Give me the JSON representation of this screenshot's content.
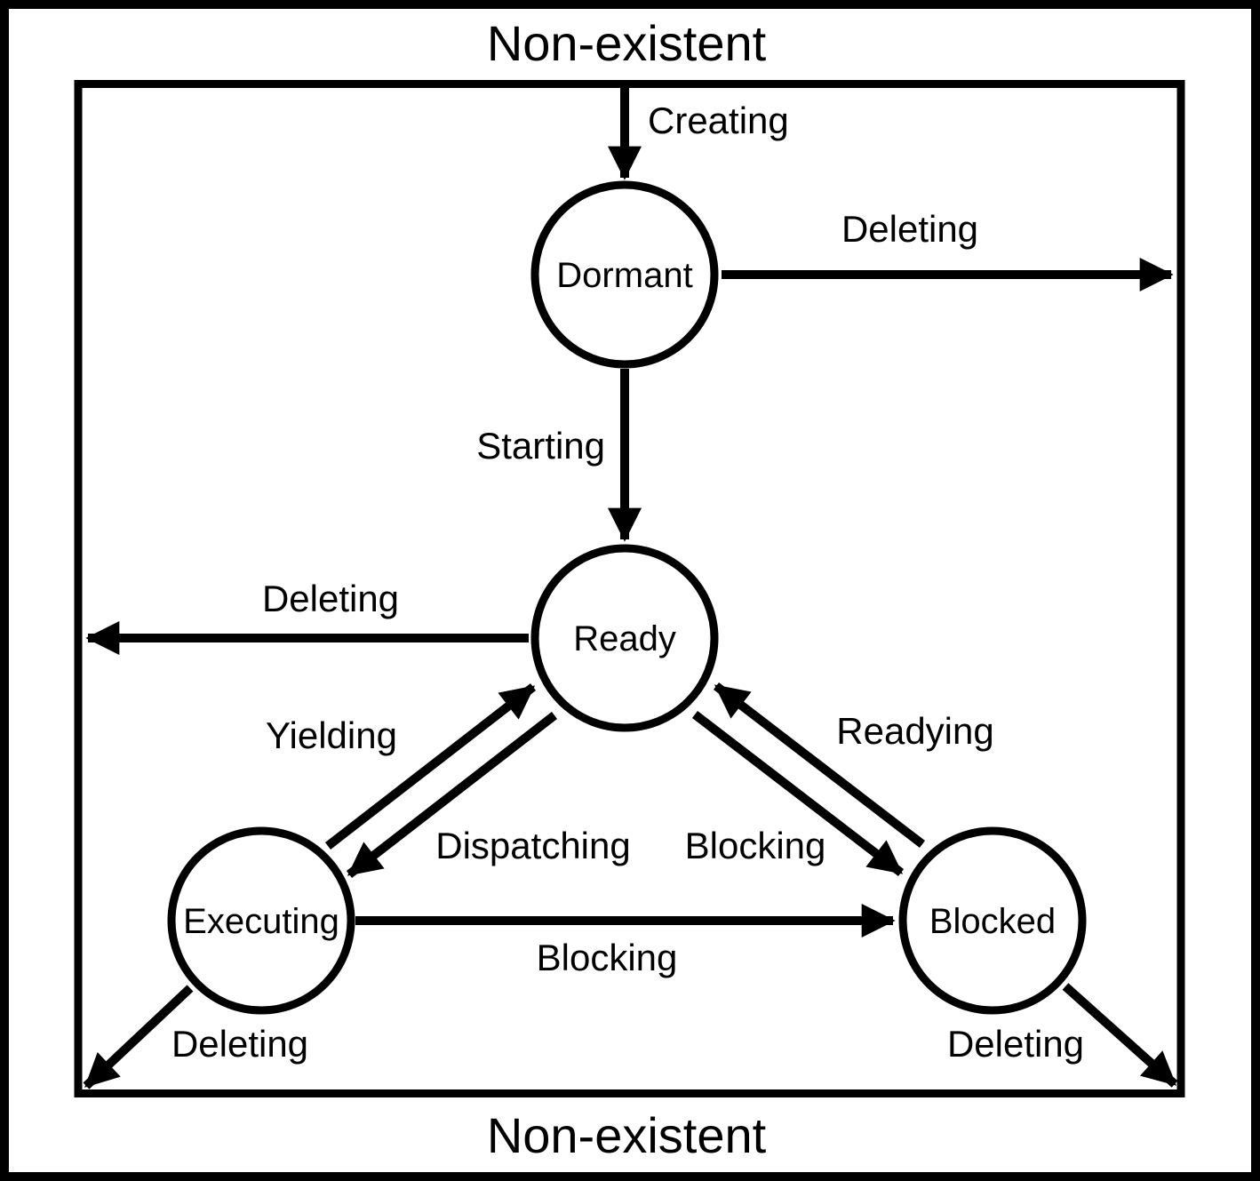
{
  "diagram": {
    "title": "task-state-diagram",
    "colors": {
      "background": "#ffffff",
      "line": "#000000",
      "text": "#000000"
    },
    "regions": {
      "top_label": "Non-existent",
      "bottom_label": "Non-existent"
    },
    "states": [
      {
        "id": "dormant",
        "label": "Dormant"
      },
      {
        "id": "ready",
        "label": "Ready"
      },
      {
        "id": "executing",
        "label": "Executing"
      },
      {
        "id": "blocked",
        "label": "Blocked"
      }
    ],
    "transitions": [
      {
        "id": "creating",
        "label": "Creating",
        "from": "non-existent",
        "to": "dormant"
      },
      {
        "id": "deleting-dormant",
        "label": "Deleting",
        "from": "dormant",
        "to": "non-existent"
      },
      {
        "id": "starting",
        "label": "Starting",
        "from": "dormant",
        "to": "ready"
      },
      {
        "id": "deleting-ready",
        "label": "Deleting",
        "from": "ready",
        "to": "non-existent"
      },
      {
        "id": "yielding",
        "label": "Yielding",
        "from": "executing",
        "to": "ready"
      },
      {
        "id": "dispatching",
        "label": "Dispatching",
        "from": "ready",
        "to": "executing"
      },
      {
        "id": "blocking-from-ready",
        "label": "Blocking",
        "from": "ready",
        "to": "blocked"
      },
      {
        "id": "readying",
        "label": "Readying",
        "from": "blocked",
        "to": "ready"
      },
      {
        "id": "blocking-from-executing",
        "label": "Blocking",
        "from": "executing",
        "to": "blocked"
      },
      {
        "id": "deleting-executing",
        "label": "Deleting",
        "from": "executing",
        "to": "non-existent"
      },
      {
        "id": "deleting-blocked",
        "label": "Deleting",
        "from": "blocked",
        "to": "non-existent"
      }
    ]
  }
}
